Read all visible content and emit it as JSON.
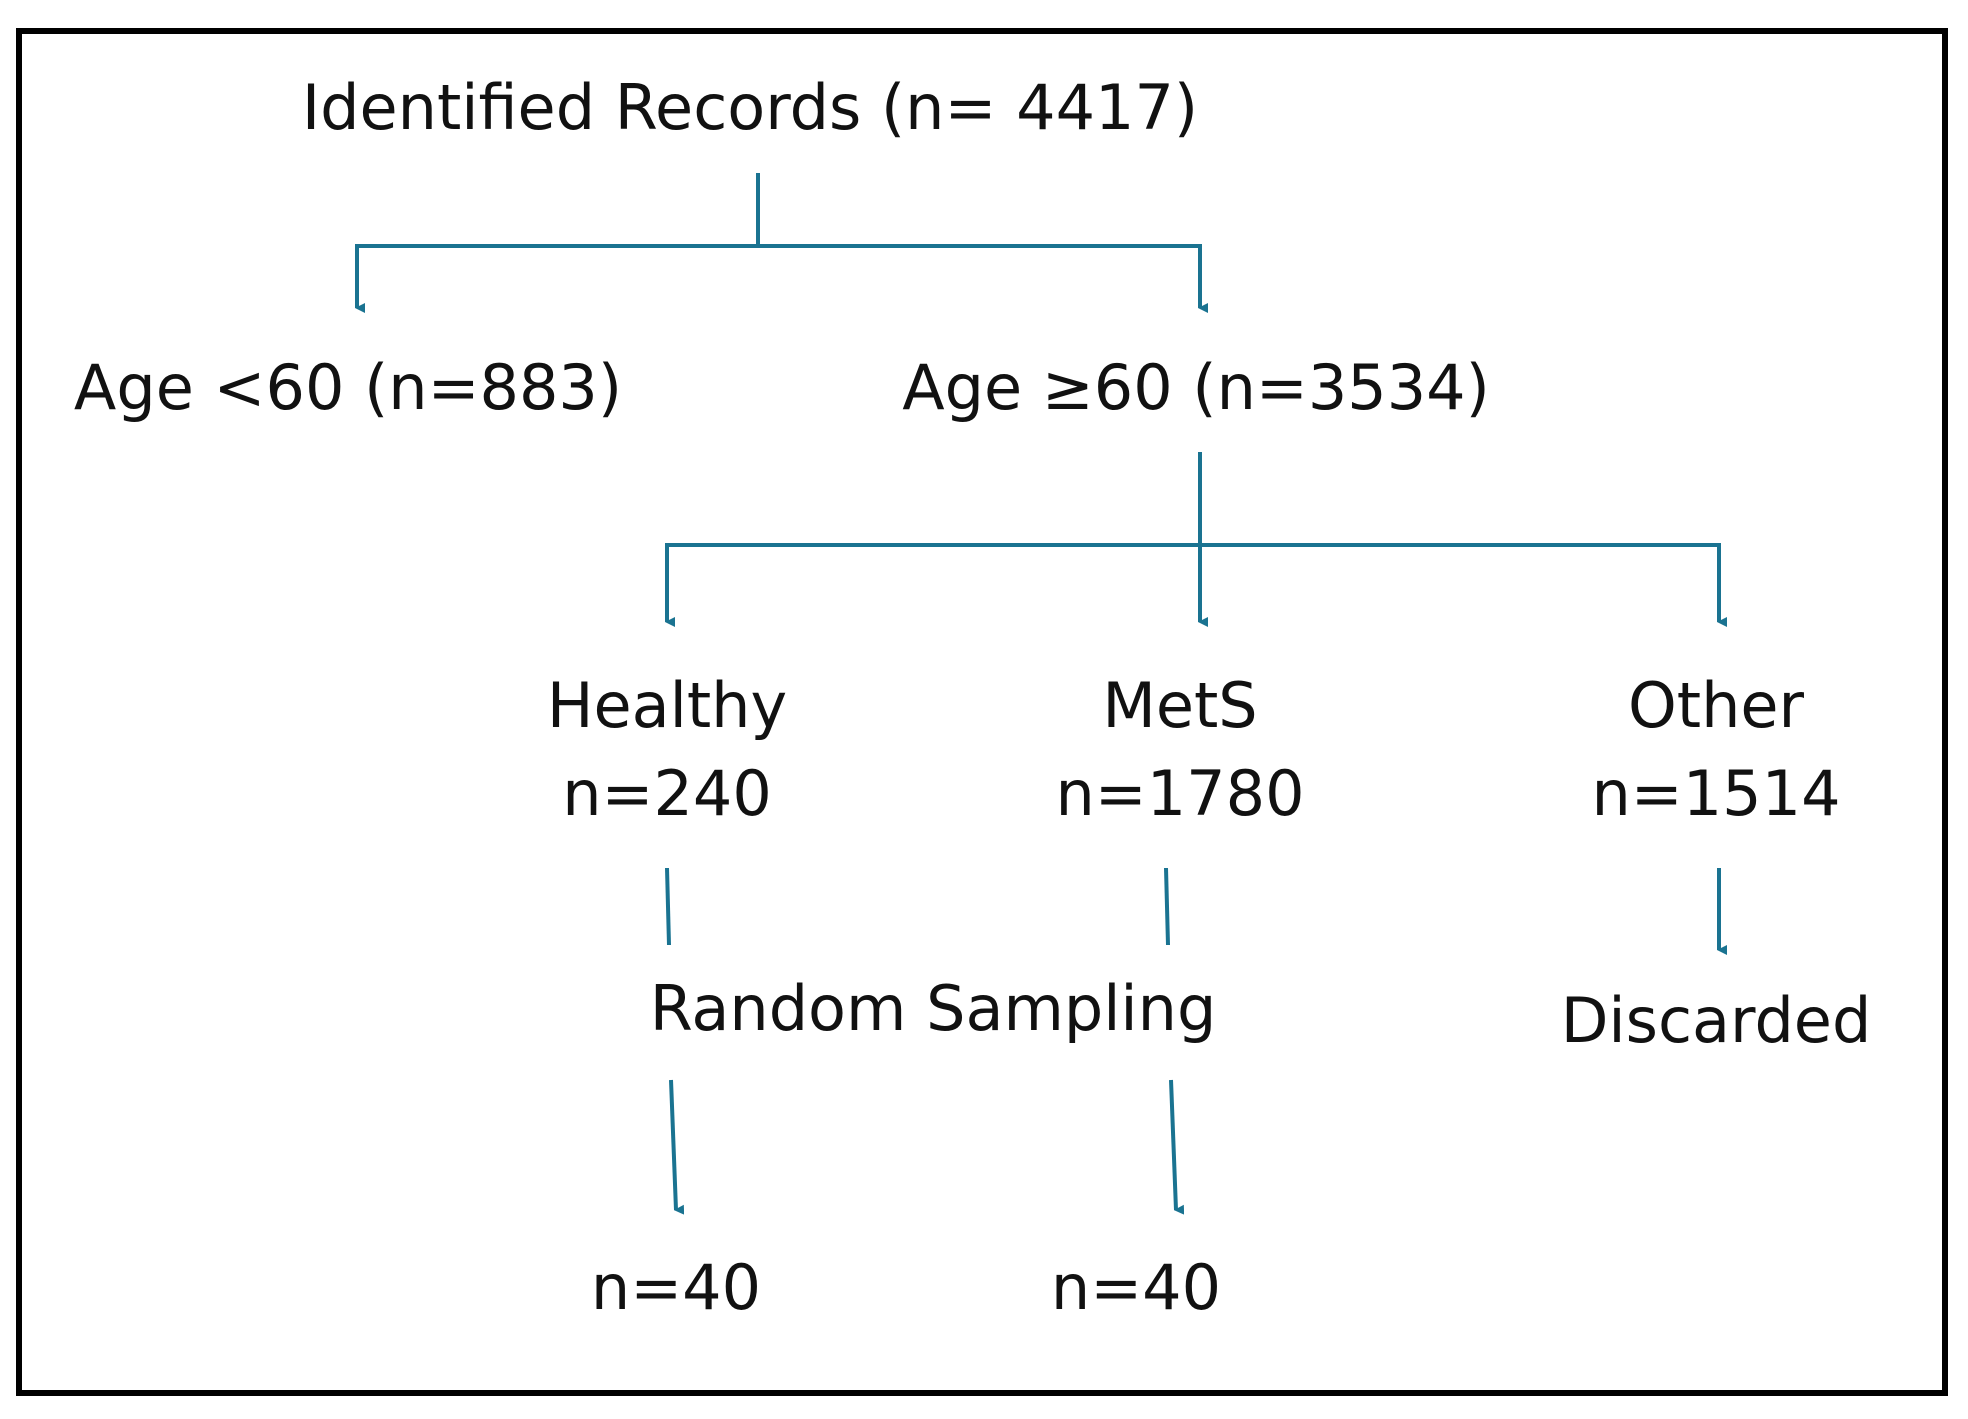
{
  "diagram": {
    "title": "Identified Records (n= 4417)",
    "age_under_60": "Age <60 (n=883)",
    "age_60_plus": "Age ≥60 (n=3534)",
    "healthy": {
      "name": "Healthy",
      "count": "n=240"
    },
    "mets": {
      "name": "MetS",
      "count": "n=1780"
    },
    "other": {
      "name": "Other",
      "count": "n=1514"
    },
    "random_sampling": "Random Sampling",
    "discarded": "Discarded",
    "healthy_sample": "n=40",
    "mets_sample": "n=40"
  },
  "colors": {
    "arrow": "#1a7391",
    "border": "#000000",
    "text": "#111111"
  }
}
